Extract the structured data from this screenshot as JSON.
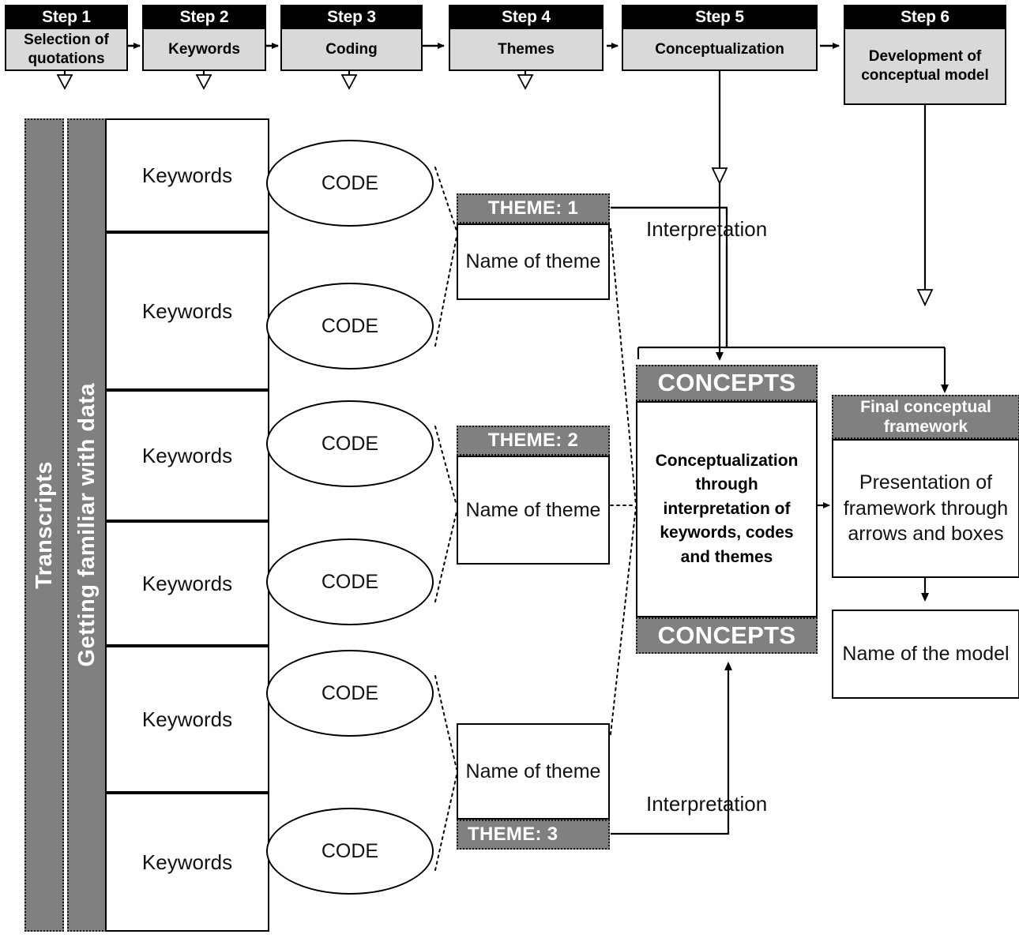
{
  "steps": [
    {
      "head": "Step 1",
      "body": "Selection of quotations"
    },
    {
      "head": "Step 2",
      "body": "Keywords"
    },
    {
      "head": "Step 3",
      "body": "Coding"
    },
    {
      "head": "Step 4",
      "body": "Themes"
    },
    {
      "head": "Step 5",
      "body": "Conceptualization"
    },
    {
      "head": "Step 6",
      "body": "Development of conceptual model"
    }
  ],
  "bars": [
    {
      "label": "Transcripts"
    },
    {
      "label": "Getting familiar with data"
    }
  ],
  "keywords": [
    {
      "label": "Keywords"
    },
    {
      "label": "Keywords"
    },
    {
      "label": "Keywords"
    },
    {
      "label": "Keywords"
    },
    {
      "label": "Keywords"
    },
    {
      "label": "Keywords"
    }
  ],
  "codes": [
    {
      "label": "CODE"
    },
    {
      "label": "CODE"
    },
    {
      "label": "CODE"
    },
    {
      "label": "CODE"
    },
    {
      "label": "CODE"
    },
    {
      "label": "CODE"
    }
  ],
  "themes": [
    {
      "head": "THEME: 1",
      "body": "Name of theme",
      "head_position": "top"
    },
    {
      "head": "THEME: 2",
      "body": "Name of theme",
      "head_position": "top"
    },
    {
      "head": "THEME: 3",
      "body": "Name of theme",
      "head_position": "bottom"
    }
  ],
  "interpretation": {
    "top_label": "Interpretation",
    "bottom_label": "Interpretation"
  },
  "concepts": {
    "head_top": "CONCEPTS",
    "head_bottom": "CONCEPTS",
    "body": "Conceptualization through interpretation of keywords, codes and themes"
  },
  "final_framework": {
    "head": "Final conceptual framework",
    "body": "Presentation of framework through arrows and boxes"
  },
  "model": {
    "label": "Name of the model"
  },
  "colors": {
    "step_header": "#000000",
    "step_fill": "#d9d9d9",
    "accent_gray": "#808080",
    "white": "#ffffff",
    "stroke": "#000000"
  }
}
